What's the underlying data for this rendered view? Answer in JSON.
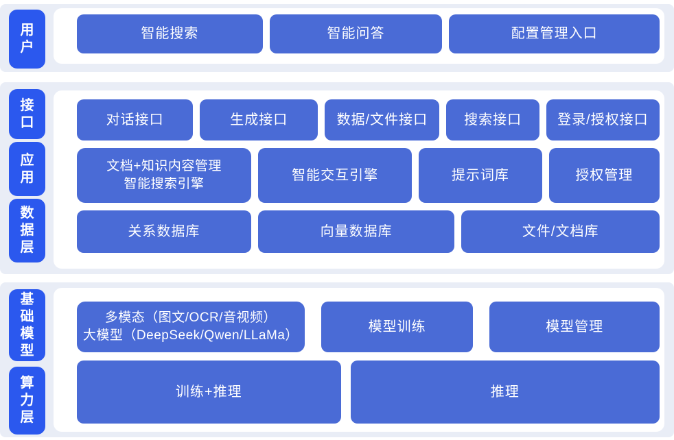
{
  "colors": {
    "band_bg": "#e9edf6",
    "panel_bg": "#ffffff",
    "block_bg": "#4a6bd6",
    "pill_bg": "#2b58ee",
    "block_text": "#ffffff"
  },
  "layers": [
    {
      "name": "user-layer",
      "pills": [
        {
          "label": "用户"
        }
      ],
      "rows": [
        {
          "blocks": [
            {
              "label": "智能搜索"
            },
            {
              "label": "智能问答"
            },
            {
              "label": "配置管理入口"
            }
          ]
        }
      ]
    },
    {
      "name": "interface-application-data-layer",
      "pills": [
        {
          "label": "接口"
        },
        {
          "label": "应用"
        },
        {
          "label": "数据层"
        }
      ],
      "rows": [
        {
          "blocks": [
            {
              "label": "对话接口"
            },
            {
              "label": "生成接口"
            },
            {
              "label": "数据/文件接口"
            },
            {
              "label": "搜索接口"
            },
            {
              "label": "登录/授权接口"
            }
          ]
        },
        {
          "blocks": [
            {
              "lines": [
                "文档+知识内容管理",
                "智能搜索引擎"
              ]
            },
            {
              "label": "智能交互引擎"
            },
            {
              "label": "提示词库"
            },
            {
              "label": "授权管理"
            }
          ]
        },
        {
          "blocks": [
            {
              "label": "关系数据库"
            },
            {
              "label": "向量数据库"
            },
            {
              "label": "文件/文档库"
            }
          ]
        }
      ]
    },
    {
      "name": "foundation-model-compute-layer",
      "pills": [
        {
          "label": "基础模型"
        },
        {
          "label": "算力层"
        }
      ],
      "rows": [
        {
          "blocks": [
            {
              "lines": [
                "多模态（图文/OCR/音视频）",
                "大模型（DeepSeek/Qwen/LLaMa）"
              ]
            },
            {
              "label": "模型训练"
            },
            {
              "label": "模型管理"
            }
          ]
        },
        {
          "blocks": [
            {
              "label": "训练+推理"
            },
            {
              "label": "推理"
            }
          ]
        }
      ]
    }
  ]
}
